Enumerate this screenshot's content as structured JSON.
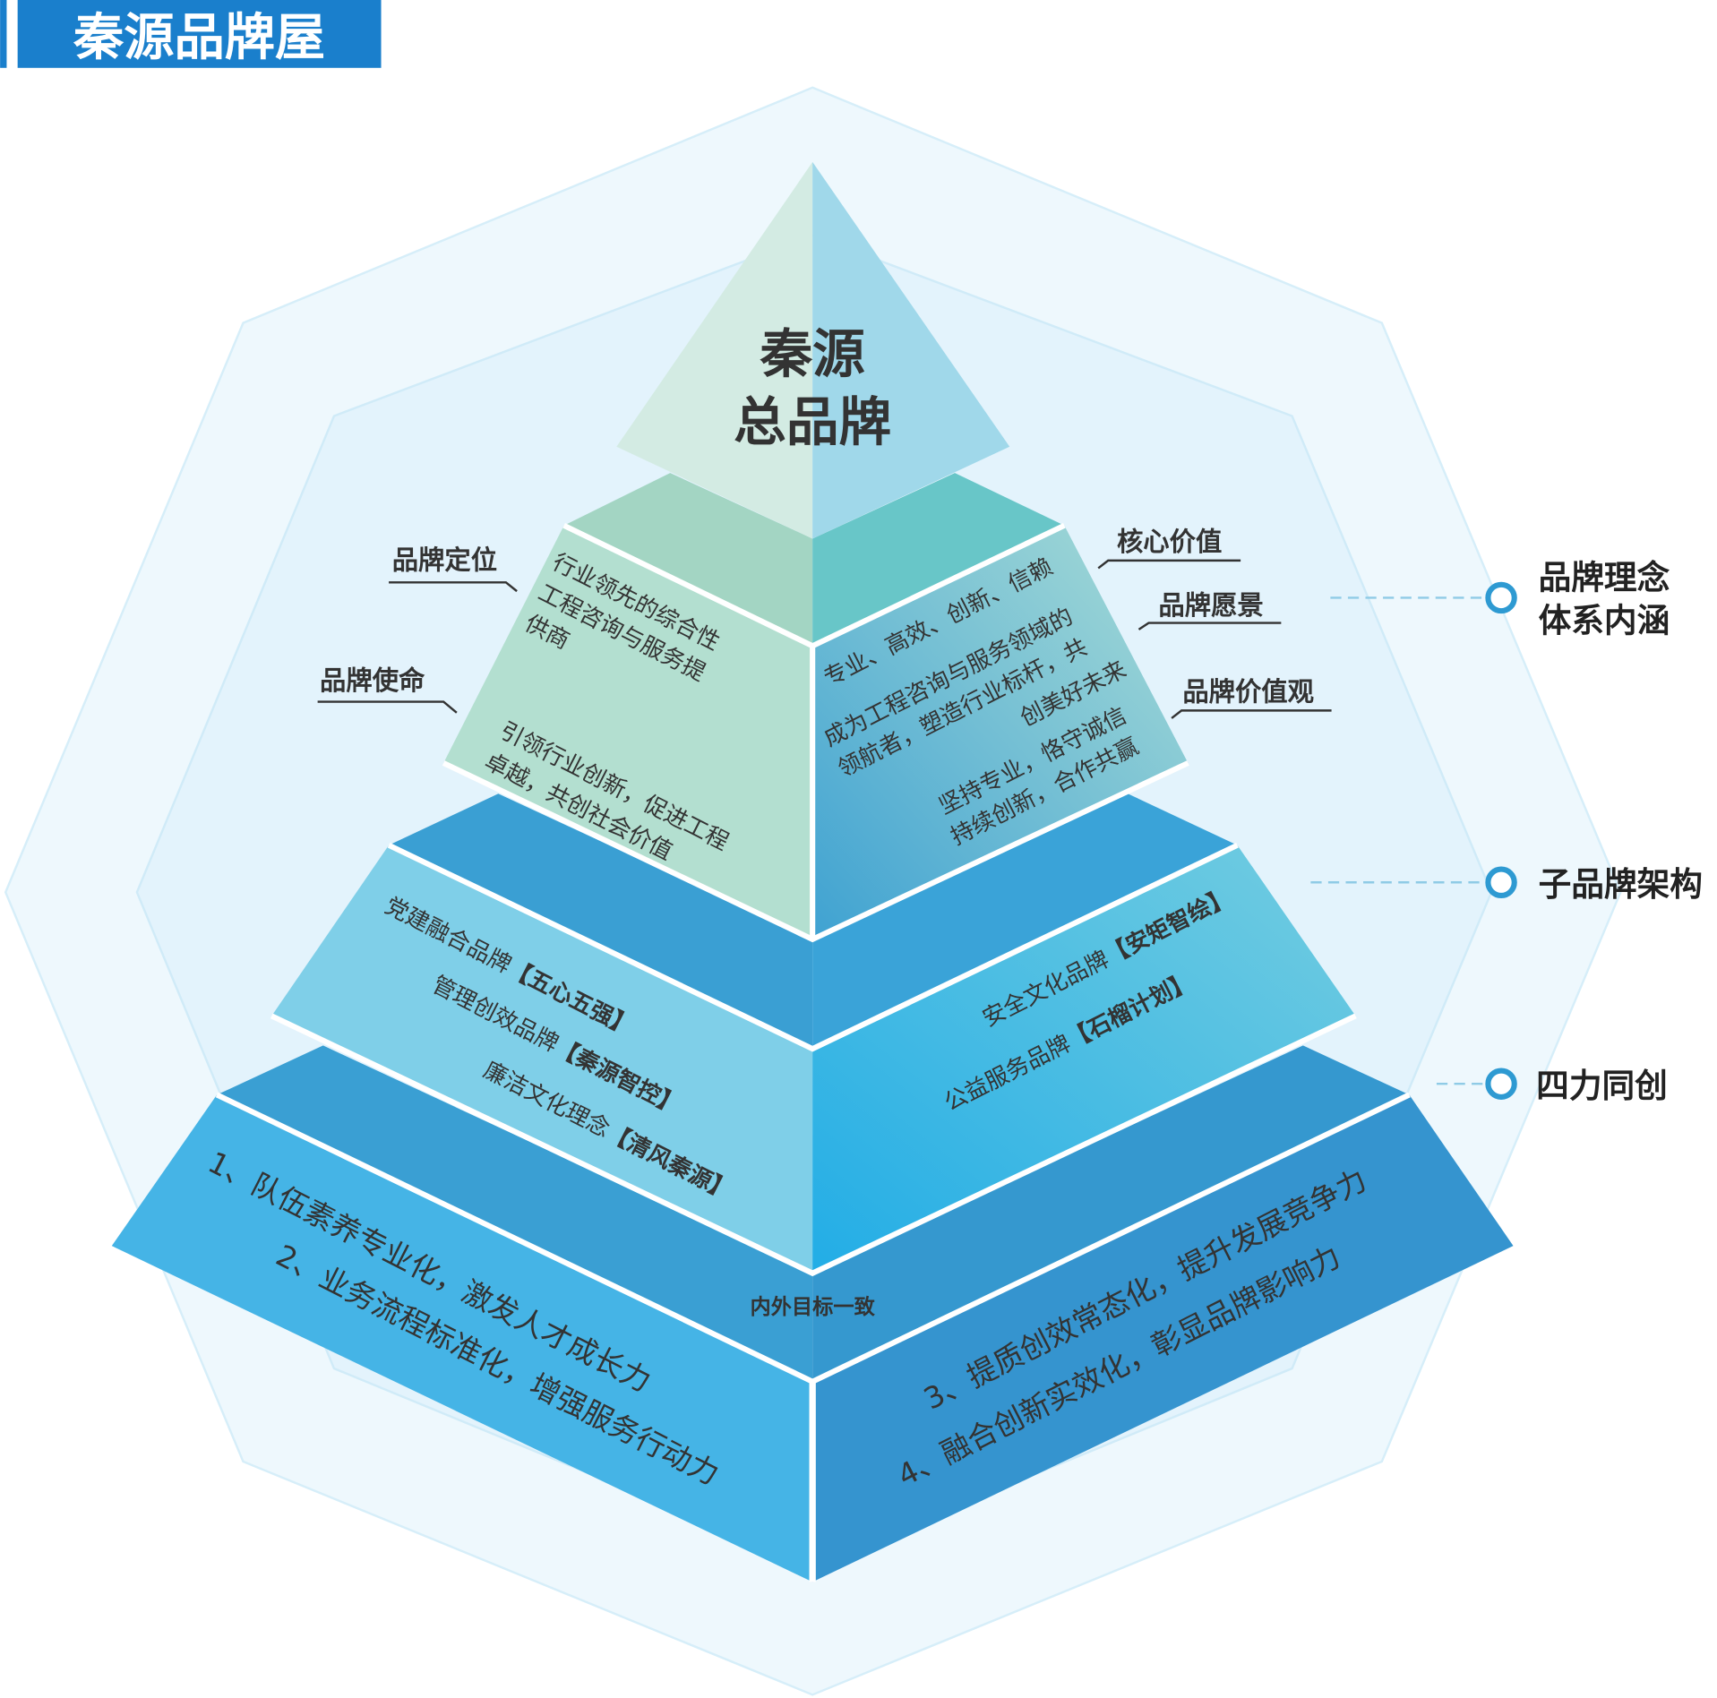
{
  "header": {
    "title": "秦源品牌屋",
    "color": "#1a7fcc"
  },
  "apex": {
    "line1": "秦源",
    "line2": "总品牌"
  },
  "tier2": {
    "left_labels": {
      "positioning": "品牌定位",
      "mission": "品牌使命"
    },
    "positioning_lines": [
      "行业领先的综合性",
      "工程咨询与服务提",
      "供商"
    ],
    "mission_lines": [
      "引领行业创新，促进工程",
      "卓越，共创社会价值"
    ],
    "right_labels": {
      "core_value": "核心价值",
      "vision": "品牌愿景",
      "values": "品牌价值观"
    },
    "core_value_line": "专业、高效、创新、信赖",
    "vision_lines": [
      "成为工程咨询与服务领域的",
      "领航者，塑造行业标杆，共",
      "创美好未来"
    ],
    "values_lines": [
      "坚持专业，恪守诚信",
      "持续创新，合作共赢"
    ]
  },
  "tier3": {
    "left": [
      {
        "prefix": "党建融合品牌",
        "name": "【五心五强】"
      },
      {
        "prefix": "管理创效品牌",
        "name": "【秦源智控】"
      },
      {
        "prefix": "廉洁文化理念",
        "name": "【清风秦源】"
      }
    ],
    "right": [
      {
        "prefix": "安全文化品牌",
        "name": "【安矩智绘】"
      },
      {
        "prefix": "公益服务品牌",
        "name": "【石榴计划】"
      }
    ]
  },
  "tier4": {
    "center": "内外目标一致",
    "left": [
      "1、队伍素养专业化，激发人才成长力",
      "2、业务流程标准化，增强服务行动力"
    ],
    "right": [
      "3、提质创效常态化，提升发展竞争力",
      "4、融合创新实效化，彰显品牌影响力"
    ]
  },
  "side": {
    "item1": [
      "品牌理念",
      "体系内涵"
    ],
    "item2": "子品牌架构",
    "item3": "四力同创",
    "marker_color": "#2e9ad2"
  }
}
